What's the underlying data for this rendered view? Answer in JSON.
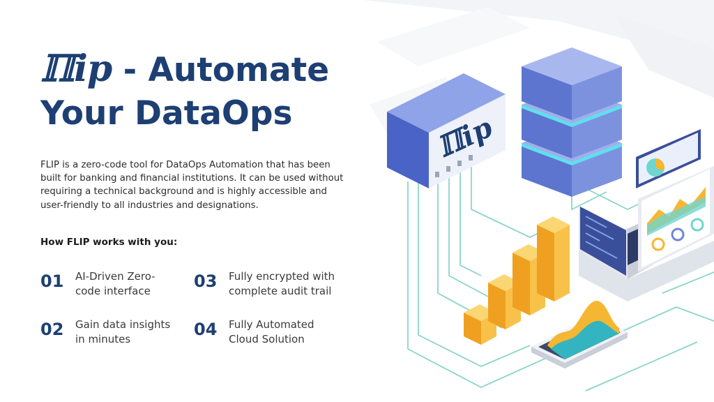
{
  "brand": {
    "logo_text": "ℿip"
  },
  "header": {
    "title_suffix": "- Automate",
    "title_line2": "Your DataOps"
  },
  "description": "FLIP is a zero-code tool for DataOps Automation that has been built for banking and financial institutions. It can be used without requiring a technical background and is highly accessible and user-friendly to all industries and designations.",
  "how_heading": "How FLIP works with you:",
  "features": [
    {
      "num": "01",
      "text": "AI-Driven Zero-code interface"
    },
    {
      "num": "02",
      "text": "Gain data insights in minutes"
    },
    {
      "num": "03",
      "text": "Fully encrypted with complete audit trail"
    },
    {
      "num": "04",
      "text": "Fully Automated Cloud Solution"
    }
  ],
  "illustration": {
    "sign_text": "ℿip",
    "colors": {
      "brand": "#1d3f73",
      "server": "#6f86d6",
      "accent": "#55d6e8",
      "bars": "#f5b731",
      "lines": "#86d4c4"
    }
  }
}
